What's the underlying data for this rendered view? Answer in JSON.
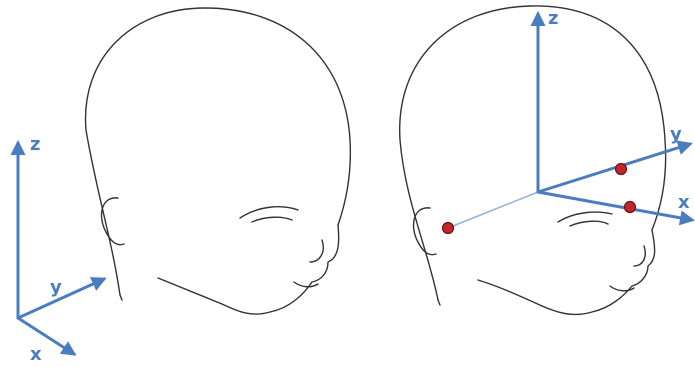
{
  "colors": {
    "axis": "#4a7dc0",
    "outline": "#333333",
    "landmark_fill": "#c0262b",
    "landmark_stroke": "#6a1518",
    "connector": "#8fb2db"
  },
  "left_panel": {
    "axes": {
      "z_label": "z",
      "y_label": "y",
      "x_label": "x"
    },
    "icons": [
      "head-outline-icon"
    ]
  },
  "right_panel": {
    "axes": {
      "z_label": "z",
      "y_label": "y",
      "x_label": "x"
    },
    "landmarks": [
      "ear-landmark",
      "eye-landmark-upper",
      "eye-landmark-lower"
    ],
    "icons": [
      "head-outline-icon"
    ]
  }
}
